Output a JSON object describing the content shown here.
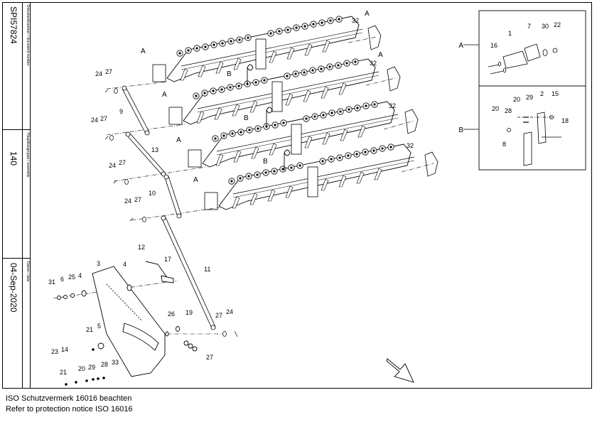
{
  "sidebar": {
    "doc_label": "Dokumentnummer / document number",
    "doc_value": "SPI57824",
    "assembly_label": "Hauptbaugruppe / assembly",
    "assembly_value": "140",
    "date_label": "Datum / date",
    "date_value": "04-Sep-2020"
  },
  "footer": {
    "line1": "ISO Schutzvermerk 16016 beachten",
    "line2": "Refer to protection notice ISO 16016"
  },
  "detail": {
    "a_letter": "A",
    "b_letter": "B",
    "a_parts": [
      "1",
      "7",
      "30",
      "22",
      "16"
    ],
    "b_parts": [
      "20",
      "29",
      "2",
      "15",
      "20",
      "28",
      "18",
      "8"
    ]
  },
  "callouts": {
    "rows": [
      "A",
      "32",
      "A",
      "B",
      "A",
      "32",
      "B",
      "A",
      "32",
      "B",
      "A",
      "32",
      "A"
    ],
    "links": [
      "24",
      "27",
      "9",
      "24",
      "27",
      "13",
      "24",
      "27",
      "10",
      "24",
      "27",
      "11"
    ],
    "lower": [
      "12",
      "17",
      "3",
      "4",
      "31",
      "6",
      "25",
      "4",
      "26",
      "19",
      "27",
      "24",
      "21",
      "5",
      "23",
      "14",
      "21",
      "20",
      "29",
      "28",
      "33",
      "27"
    ]
  }
}
